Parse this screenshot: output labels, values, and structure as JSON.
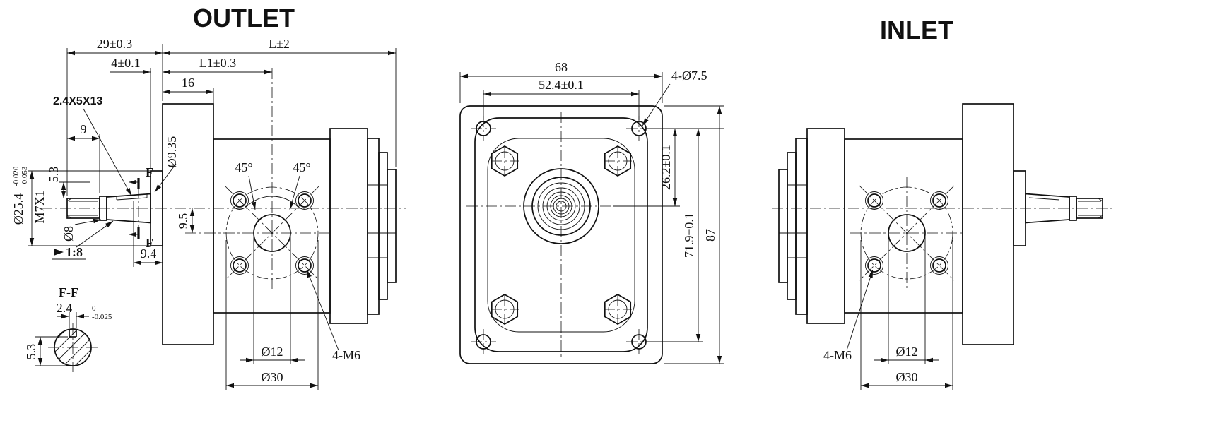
{
  "titles": {
    "outlet": "OUTLET",
    "inlet": "INLET"
  },
  "outlet_view": {
    "dim_29": "29±0.3",
    "dim_L": "L±2",
    "dim_4": "4±0.1",
    "dim_L1": "L1±0.3",
    "dim_16": "16",
    "key_spec": "2.4X5X13",
    "dim_9": "9",
    "dim_5_3": "5.3",
    "thread_spec": "M7X1",
    "dia_25_4": "Ø25.4",
    "dia_25_4_tol_upper": "-0.020",
    "dia_25_4_tol_lower": "-0.053",
    "dia_8": "Ø8",
    "dia_9_35": "Ø9.35",
    "angle_left": "45°",
    "angle_right": "45°",
    "dim_9_5": "9.5",
    "dim_9_4": "9.4",
    "taper_ratio": "1:8",
    "section_letter_top": "F",
    "section_letter_bottom": "F",
    "dia_12": "Ø12",
    "tapped_holes": "4-M6",
    "dia_30": "Ø30"
  },
  "section_ff": {
    "title": "F-F",
    "dim_2_4": "2.4",
    "tol_upper": "0",
    "tol_lower": "-0.025",
    "dim_5_3": "5.3"
  },
  "front_view": {
    "dim_68": "68",
    "dim_52_4": "52.4±0.1",
    "corner_holes": "4-Ø7.5",
    "dim_26_2": "26.2±0.1",
    "dim_71_9": "71.9±0.1",
    "dim_87": "87"
  },
  "inlet_view": {
    "tapped_holes": "4-M6",
    "dia_12": "Ø12",
    "dia_30": "Ø30"
  }
}
